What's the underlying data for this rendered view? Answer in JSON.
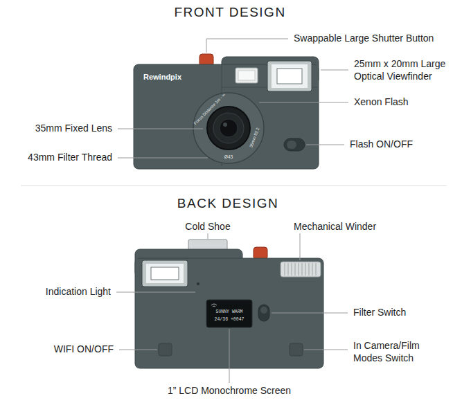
{
  "diagram": {
    "labels": [
      "FRONT DESIGN",
      "Swappable Large Shutter Button",
      "25mm x 20mm Large Optical Viewfinder",
      "Xenon Flash",
      "Flash ON/OFF",
      "35mm Fixed Lens",
      "43mm Filter Thread",
      "Rewindpix",
      "Focus Distance 1m - ∞",
      "35mm f/2.2",
      "Ø43",
      "BACK DESIGN",
      "Cold Shoe",
      "Mechanical Winder",
      "Indication Light",
      "Filter Switch",
      "WIFI ON/OFF",
      "In Camera/Film Modes Switch",
      "1” LCD Monochrome Screen",
      "SUNNY WARM",
      "24/36 +0047"
    ]
  }
}
